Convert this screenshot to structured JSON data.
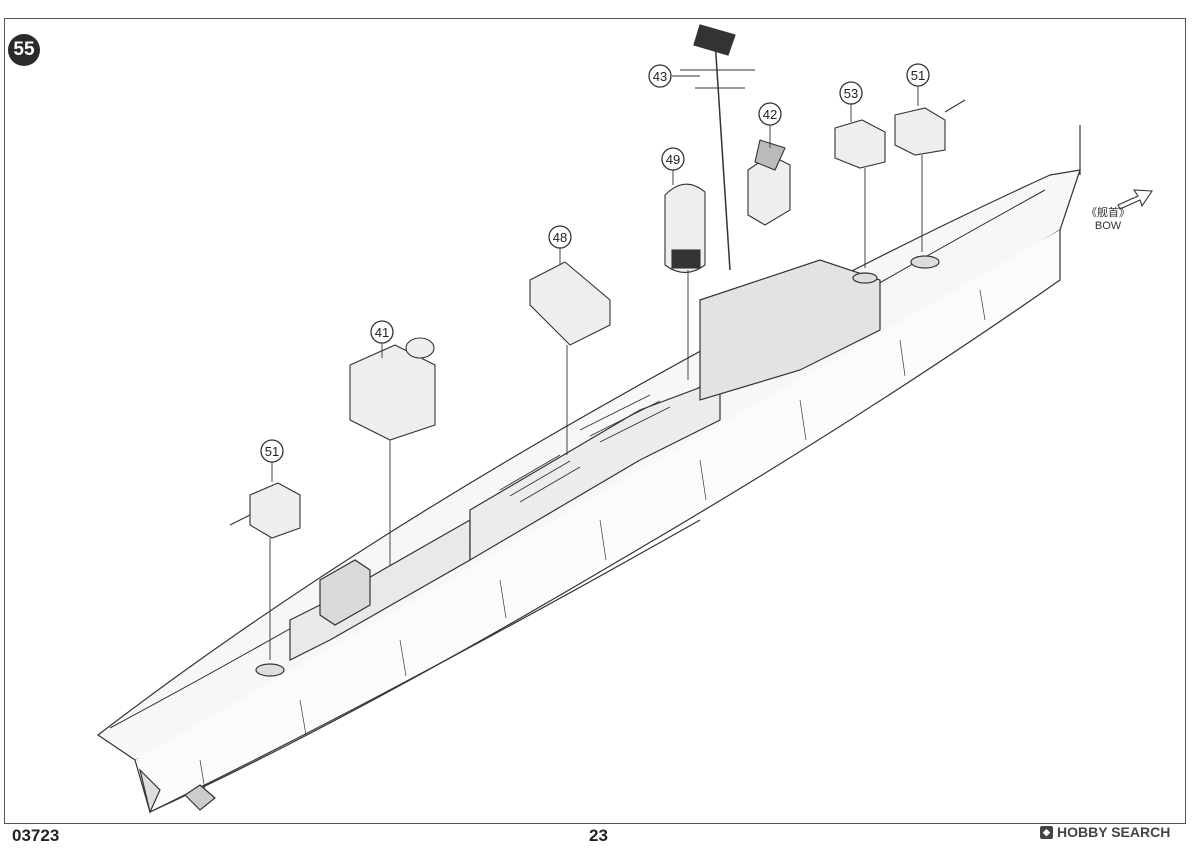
{
  "step_number": "55",
  "kit_number": "03723",
  "page_number": "23",
  "watermark": "HOBBY SEARCH",
  "bow_label_cn": "《舰首》",
  "bow_label_en": "BOW",
  "callouts": [
    {
      "id": "c43",
      "label": "43"
    },
    {
      "id": "c42",
      "label": "42"
    },
    {
      "id": "c49",
      "label": "49"
    },
    {
      "id": "c53",
      "label": "53"
    },
    {
      "id": "c51a",
      "label": "51"
    },
    {
      "id": "c48",
      "label": "48"
    },
    {
      "id": "c41",
      "label": "41"
    },
    {
      "id": "c51b",
      "label": "51"
    }
  ]
}
